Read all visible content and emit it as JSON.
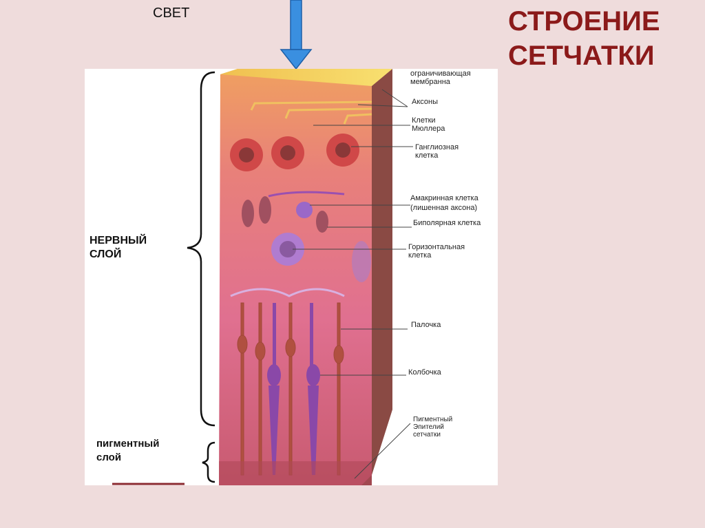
{
  "slide": {
    "light_label": "СВЕТ",
    "title_line1": "СТРОЕНИЕ",
    "title_line2": "СЕТЧАТКИ",
    "colors": {
      "background": "#efdcdc",
      "title": "#8b1a1a",
      "arrow": "#3a8fe0"
    }
  },
  "layers": {
    "nerve_line1": "НЕРВНЫЙ",
    "nerve_line2": "СЛОЙ",
    "pigment_line1": "пигментный",
    "pigment_line2": "слой"
  },
  "labels": [
    {
      "l1": "ограничивающая",
      "l2": "мембранна"
    },
    {
      "l1": "Аксоны",
      "l2": ""
    },
    {
      "l1": "Клетки",
      "l2": "Мюллера"
    },
    {
      "l1": "Ганглиозная",
      "l2": "клетка"
    },
    {
      "l1": "Амакринная клетка",
      "l2": "(лишенная аксона)"
    },
    {
      "l1": "Биполярная клетка",
      "l2": ""
    },
    {
      "l1": "Горизонтальная",
      "l2": "клетка"
    },
    {
      "l1": "Палочка",
      "l2": ""
    },
    {
      "l1": "Колбочка",
      "l2": ""
    },
    {
      "l1": "Пигментный",
      "l2": "Эпителий",
      "l3": "сетчатки"
    }
  ]
}
